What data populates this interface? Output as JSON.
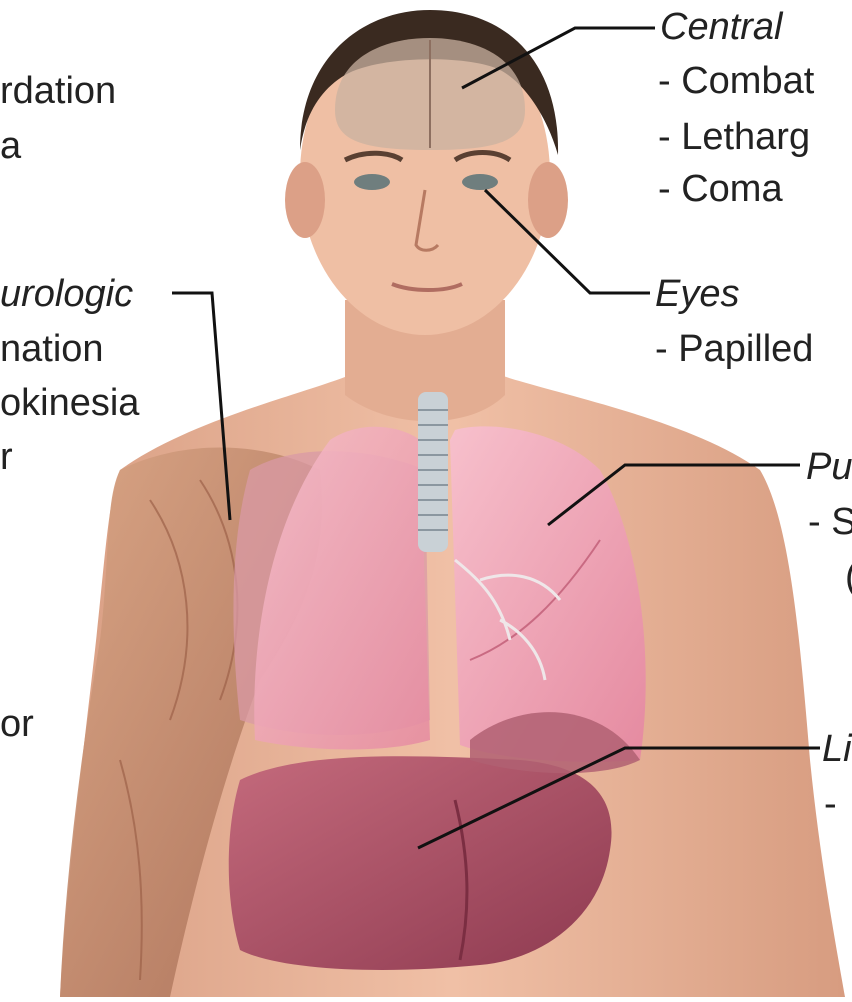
{
  "labels": {
    "central": {
      "heading": "Central",
      "items": [
        "- Combat",
        "- Letharg",
        "- Coma"
      ]
    },
    "eyes": {
      "heading": "Eyes",
      "items": [
        "- Papilled"
      ]
    },
    "pulmonary": {
      "heading": "Pu",
      "items": [
        "- S",
        "("
      ]
    },
    "liver": {
      "heading": "Li",
      "items": [
        "-"
      ]
    },
    "left_text": {
      "top": [
        "rdation",
        "a"
      ],
      "neuro_heading": "urologic",
      "neuro": [
        "nation",
        "okinesia",
        "r"
      ],
      "bottom": [
        "or"
      ]
    }
  },
  "colors": {
    "skin": "#e7b39a",
    "skin_shadow": "#c98d73",
    "hair": "#3a2a20",
    "lung": "#f2a8b8",
    "liver": "#a94c62",
    "muscle": "#c48f73",
    "leader": "#111111"
  }
}
